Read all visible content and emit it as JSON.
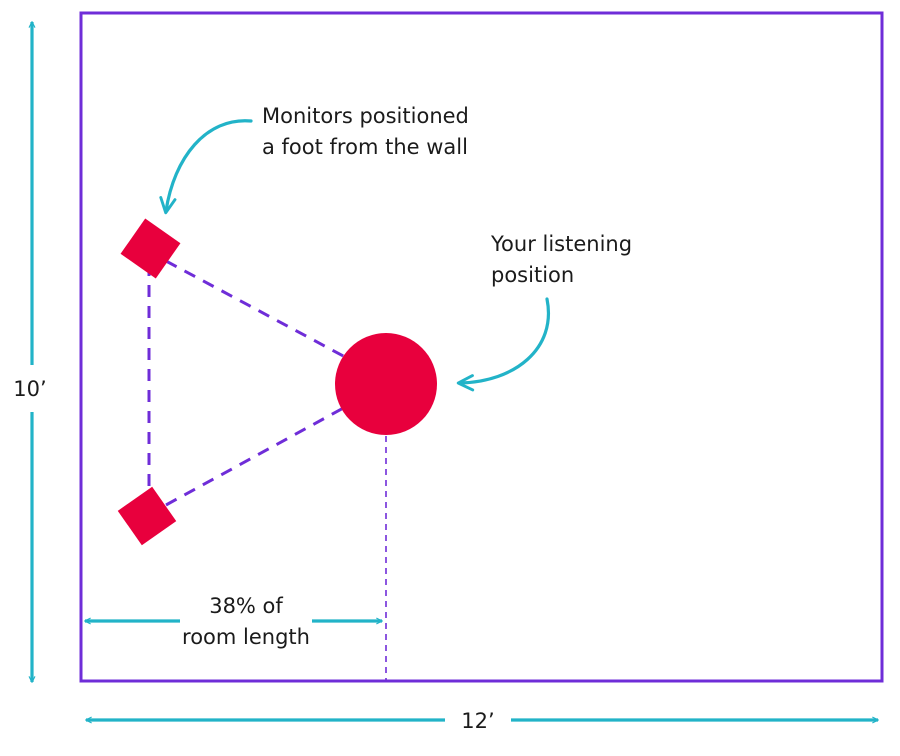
{
  "colors": {
    "room_border": "#6f2dd8",
    "dashed_lines": "#6f2dd8",
    "dimension_arrows": "#22b3c8",
    "speakers_and_listener": "#e8003d",
    "text": "#1b1b1b"
  },
  "dimensions": {
    "height_label": "10’",
    "width_label": "12’",
    "listening_offset_line1": "38% of",
    "listening_offset_line2": "room length",
    "listening_offset_fraction": 0.38
  },
  "annotations": {
    "monitors_line1": "Monitors positioned",
    "monitors_line2": "a foot from the wall",
    "listener_line1": "Your listening",
    "listener_line2": "position"
  },
  "elements": {
    "monitors": "two square studio monitors",
    "listener": "listening position circle"
  }
}
